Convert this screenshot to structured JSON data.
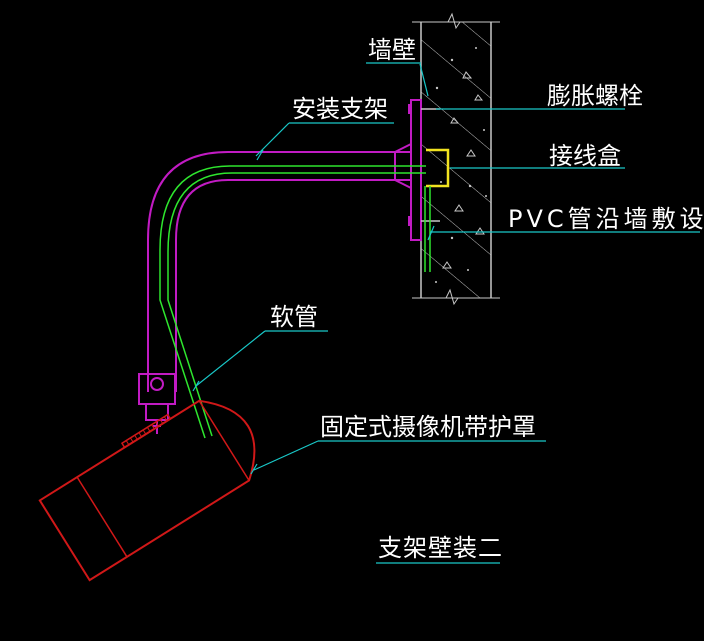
{
  "drawing": {
    "background": "#000000",
    "colors": {
      "leader": "#19c8c8",
      "bracket": "#c21bc4",
      "hose": "#2ee62e",
      "camera": "#d01818",
      "wall": "#c8c8c8",
      "junction_box": "#f2e320"
    },
    "labels": {
      "wall": "墙壁",
      "bracket": "安装支架",
      "expansion_bolt": "膨胀螺栓",
      "junction_box": "接线盒",
      "pvc_conduit": "PVC管沿墙敷设",
      "hose": "软管",
      "camera": "固定式摄像机带护罩",
      "title": "支架壁装二"
    }
  }
}
